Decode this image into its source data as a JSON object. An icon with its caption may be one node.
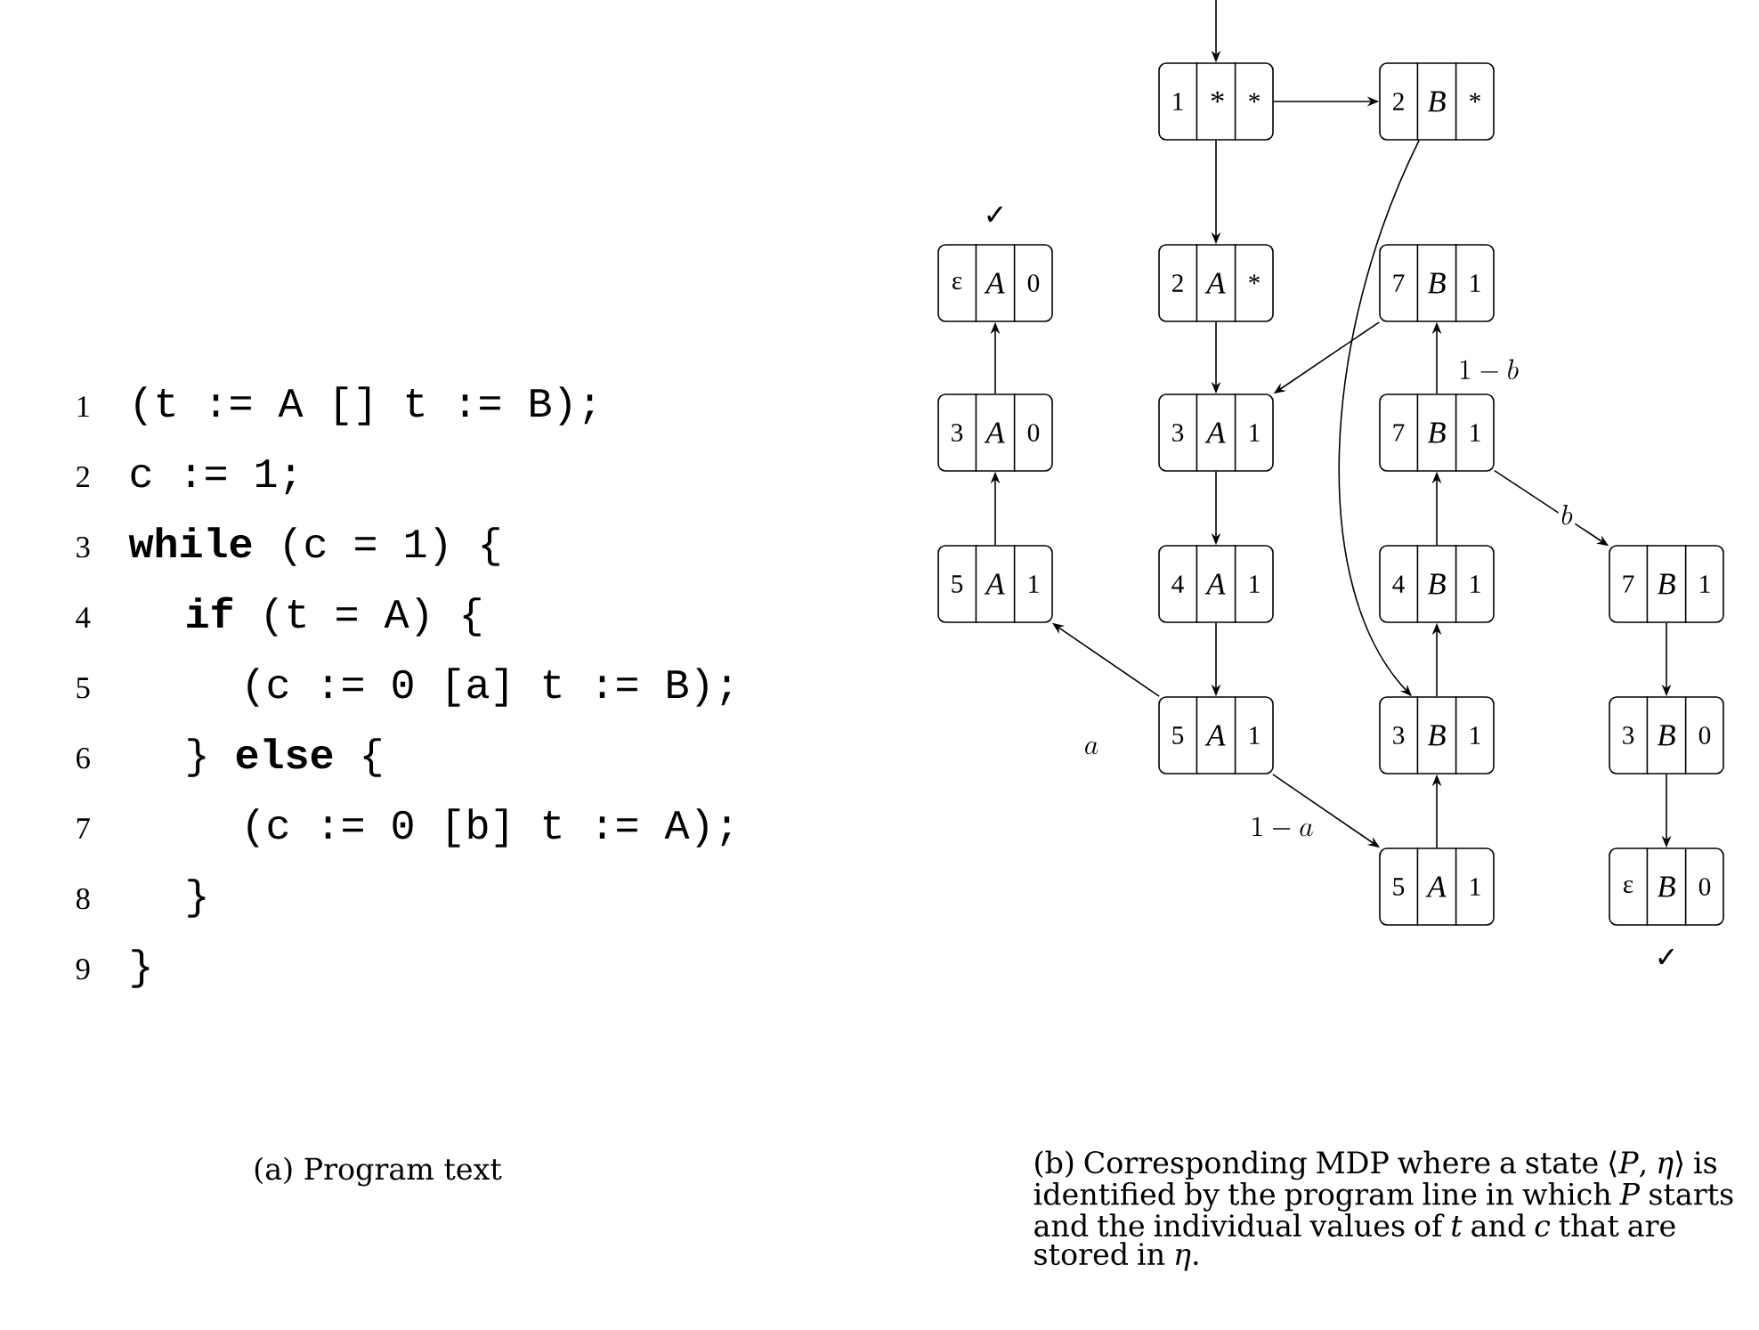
{
  "diagram": {
    "nodes": [
      {
        "text": [
          "1",
          "*",
          "*"
        ]
      },
      {
        "text": [
          "2",
          "B",
          "*"
        ]
      },
      {
        "text": [
          "ε",
          "A",
          "0"
        ],
        "beside": [
          "✓"
        ]
      },
      {
        "text": [
          "2",
          "A",
          "*"
        ]
      },
      {
        "text": [
          "7",
          "B",
          "1"
        ]
      },
      {
        "text": [
          "3",
          "A",
          "0"
        ]
      },
      {
        "text": [
          "3",
          "A",
          "1"
        ]
      },
      {
        "text": [
          "7",
          "B",
          "1"
        ]
      },
      {
        "text": [
          "5",
          "A",
          "1"
        ]
      },
      {
        "text": [
          "4",
          "A",
          "1"
        ]
      },
      {
        "text": [
          "4",
          "B",
          "1"
        ]
      },
      {
        "text": [
          "7",
          "B",
          "1"
        ]
      },
      {
        "text": [
          "5",
          "A",
          "1"
        ]
      },
      {
        "text": [
          "3",
          "B",
          "1"
        ]
      },
      {
        "text": [
          "3",
          "B",
          "0"
        ]
      },
      {
        "text": [
          "5",
          "A",
          "1"
        ]
      },
      {
        "text": [
          "ε",
          "B",
          "0"
        ],
        "beside": [
          "✓"
        ]
      }
    ],
    "edges": [
      {
        "from": null,
        "to": 0,
        "arrow": "to"
      },
      {
        "from": 0,
        "to": 1,
        "arrow": "to"
      },
      {
        "from": 0,
        "to": 3,
        "arrow": "to"
      },
      {
        "from": 1,
        "to": 13,
        "arrow": "to"
      },
      {
        "from": 3,
        "to": 6,
        "arrow": "to"
      },
      {
        "from": 4,
        "to": 6,
        "arrow": "to"
      },
      {
        "from": 7,
        "to": 4,
        "arrow": "to",
        "label": "1-b"
      },
      {
        "from": 7,
        "to": 11,
        "arrow": "to",
        "label": "b"
      },
      {
        "from": 6,
        "to": 9,
        "arrow": "to"
      },
      {
        "from": 9,
        "to": 12,
        "arrow": "to"
      },
      {
        "from": 12,
        "to": 8,
        "arrow": "to",
        "label": "a"
      },
      {
        "from": 12,
        "to": 15,
        "arrow": "to",
        "label": "1-a"
      },
      {
        "from": 15,
        "to": 13,
        "arrow": "to"
      },
      {
        "from": 13,
        "to": 10,
        "arrow": "to"
      },
      {
        "from": 10,
        "to": 7,
        "arrow": "to"
      },
      {
        "from": 8,
        "to": 5,
        "arrow": "to"
      },
      {
        "from": 5,
        "to": 2,
        "arrow": "to"
      },
      {
        "from": 11,
        "to": 14,
        "arrow": "to"
      },
      {
        "from": 14,
        "to": 16,
        "arrow": "to"
      }
    ],
    "labels": [
      "1",
      "(t := A [] t := B);",
      "2",
      "c := 1;",
      "3",
      "**while** (c = 1) {",
      "4",
      "**if** (t = A) {",
      "5",
      "(c := 0 [a] t := B);",
      "6",
      "} **else** {",
      "7",
      "(c := 0 [b] t := A);",
      "8",
      "}",
      "9",
      "}",
      "(a) Program text",
      "(b) Corresponding MDP where a state ⟨*P*, *η*⟩ is identified by the program line in which *P* starts and the individual values of *t* and *c* that are stored in *η*."
    ]
  }
}
